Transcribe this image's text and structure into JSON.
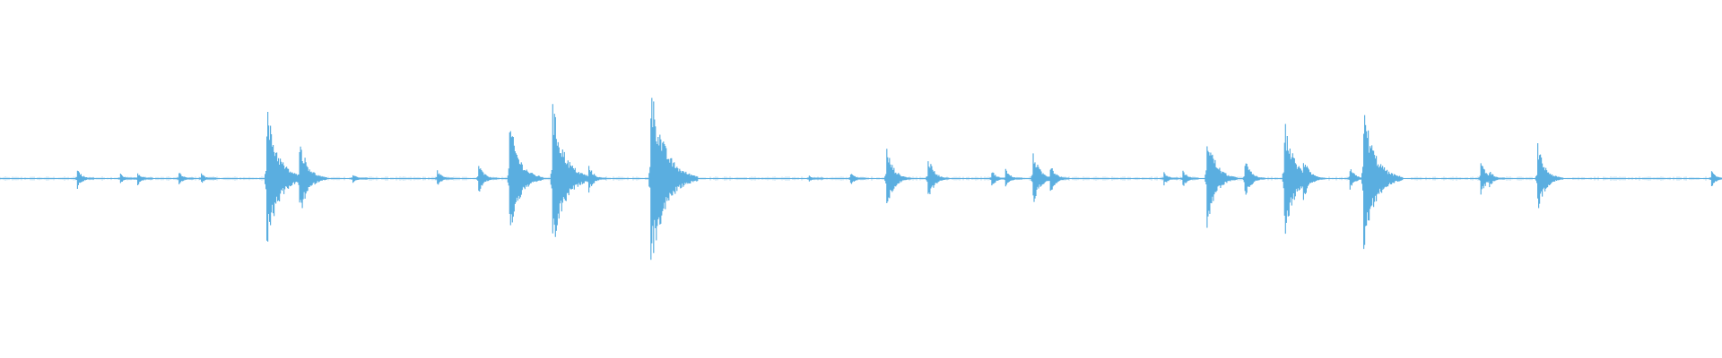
{
  "waveform": {
    "color": "#5aaee0",
    "duration_fraction_total": 1.0,
    "baseline_amplitude": 0.0,
    "bursts": [
      {
        "t": 0.045,
        "peak": 0.06
      },
      {
        "t": 0.07,
        "peak": 0.03
      },
      {
        "t": 0.08,
        "peak": 0.04
      },
      {
        "t": 0.104,
        "peak": 0.04
      },
      {
        "t": 0.117,
        "peak": 0.03
      },
      {
        "t": 0.155,
        "peak": 0.42
      },
      {
        "t": 0.174,
        "peak": 0.24
      },
      {
        "t": 0.205,
        "peak": 0.03
      },
      {
        "t": 0.254,
        "peak": 0.05
      },
      {
        "t": 0.278,
        "peak": 0.09
      },
      {
        "t": 0.296,
        "peak": 0.34
      },
      {
        "t": 0.321,
        "peak": 0.44
      },
      {
        "t": 0.342,
        "peak": 0.08
      },
      {
        "t": 0.378,
        "peak": 0.55
      },
      {
        "t": 0.47,
        "peak": 0.02
      },
      {
        "t": 0.494,
        "peak": 0.04
      },
      {
        "t": 0.515,
        "peak": 0.18
      },
      {
        "t": 0.539,
        "peak": 0.13
      },
      {
        "t": 0.576,
        "peak": 0.05
      },
      {
        "t": 0.584,
        "peak": 0.06
      },
      {
        "t": 0.6,
        "peak": 0.16
      },
      {
        "t": 0.61,
        "peak": 0.09
      },
      {
        "t": 0.676,
        "peak": 0.04
      },
      {
        "t": 0.687,
        "peak": 0.05
      },
      {
        "t": 0.701,
        "peak": 0.28
      },
      {
        "t": 0.723,
        "peak": 0.12
      },
      {
        "t": 0.746,
        "peak": 0.34
      },
      {
        "t": 0.757,
        "peak": 0.13
      },
      {
        "t": 0.784,
        "peak": 0.07
      },
      {
        "t": 0.792,
        "peak": 0.42
      },
      {
        "t": 0.803,
        "peak": 0.08
      },
      {
        "t": 0.86,
        "peak": 0.1
      },
      {
        "t": 0.865,
        "peak": 0.05
      },
      {
        "t": 0.893,
        "peak": 0.2
      },
      {
        "t": 0.994,
        "peak": 0.05
      }
    ]
  }
}
